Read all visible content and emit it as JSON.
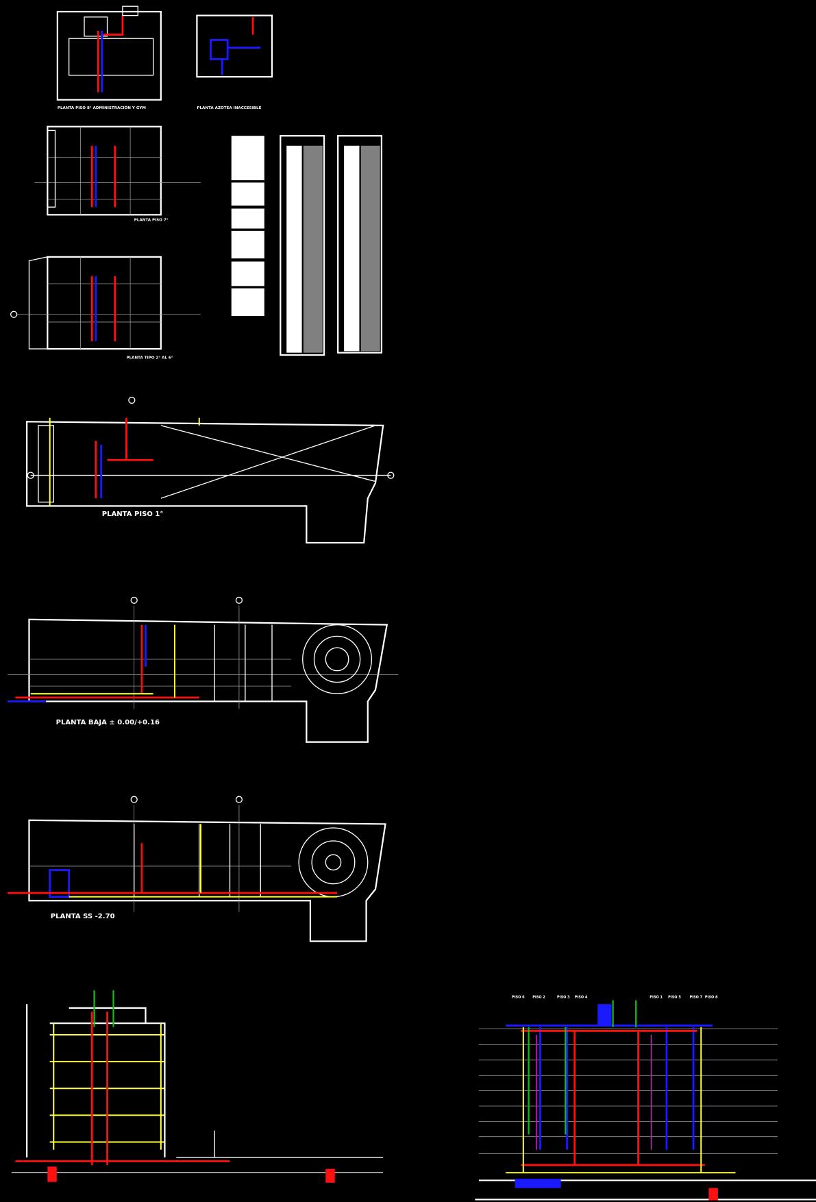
{
  "drawing": {
    "background": "#000000",
    "colors": {
      "hot_water": "#ff1010",
      "cold_water": "#1a1aff",
      "gas_or_other": "#ffff40",
      "vent": "#10c010",
      "outline": "#ffffff"
    },
    "sheets": {
      "piso8": {
        "label": "PLANTA PISO 8° ADMINISTRACIÓN Y GYM"
      },
      "azotea": {
        "label": "PLANTA AZOTEA INACCESIBLE"
      },
      "piso7": {
        "label": "PLANTA PISO 7°"
      },
      "tipo": {
        "label": "PLANTA TIPO 2° AL 6°"
      },
      "piso1": {
        "label": "PLANTA PISO 1°"
      },
      "baja": {
        "label": "PLANTA BAJA ± 0.00/+0.16"
      },
      "subsuelo": {
        "label": "PLANTA SS -2.70"
      }
    },
    "riser_labels": [
      "PISO 6",
      "PISO 2",
      "PISO 3",
      "PISO 4",
      "PISO 1",
      "PISO 5",
      "PISO 7",
      "PISO 8"
    ]
  }
}
